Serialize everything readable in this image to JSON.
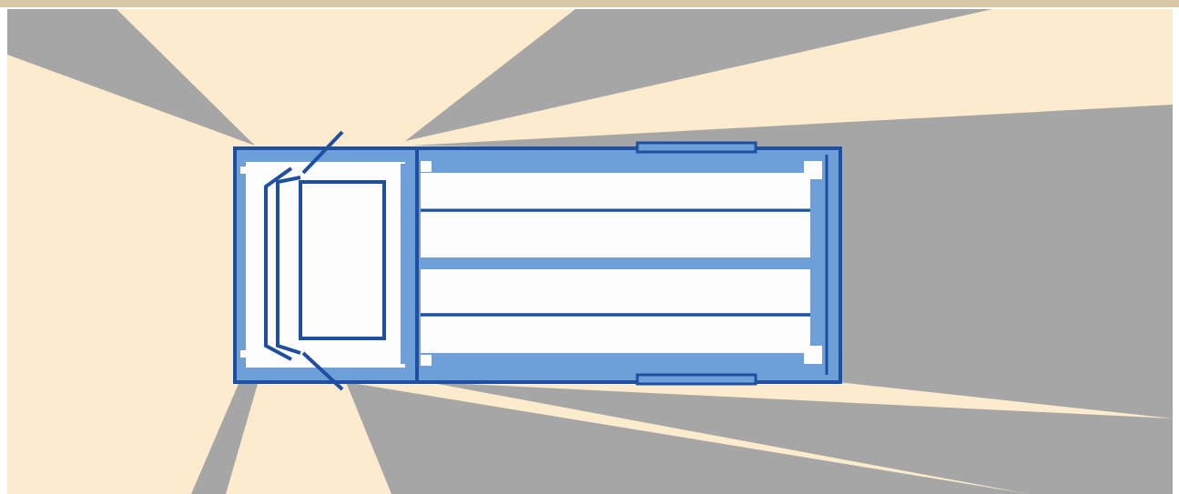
{
  "diagram": {
    "colors": {
      "visible_zone": "#fcebcc",
      "blind_spot": "#a6a6a6",
      "truck_outline": "#1f4fa0",
      "truck_fill": "#6f9fd8",
      "truck_light": "#fdfdfd",
      "border_top": "#d7c8a6",
      "border": "#fefefe"
    },
    "zones": [
      {
        "name": "blind-spot-front-left",
        "type": "blind-spot"
      },
      {
        "name": "blind-spot-front-right-upper",
        "type": "blind-spot"
      },
      {
        "name": "blind-spot-right-side",
        "type": "blind-spot"
      },
      {
        "name": "blind-spot-rear",
        "type": "blind-spot"
      },
      {
        "name": "blind-spot-left-side",
        "type": "blind-spot"
      },
      {
        "name": "blind-spot-front-low",
        "type": "blind-spot"
      }
    ],
    "vehicle": {
      "kind": "truck-top-view",
      "icon": "truck-icon",
      "orientation": "cab-left"
    }
  }
}
